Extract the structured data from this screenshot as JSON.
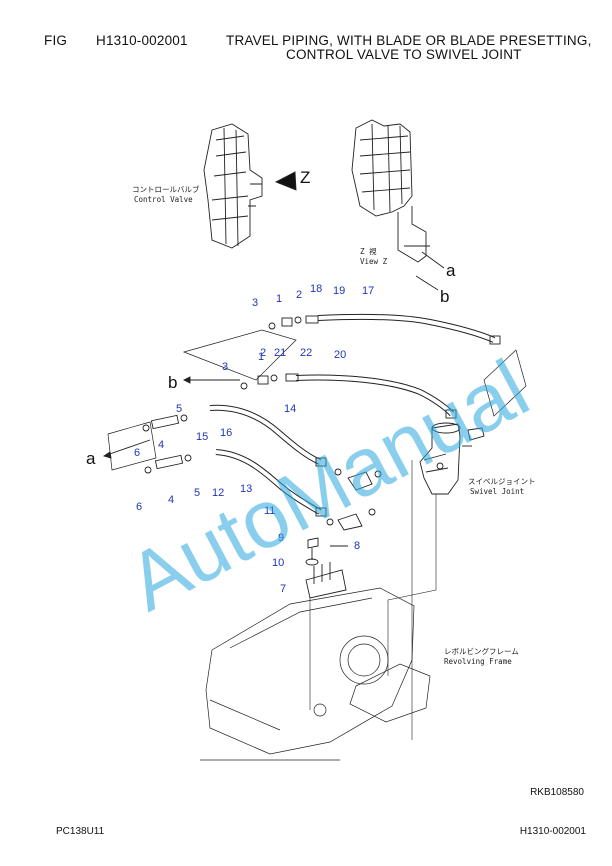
{
  "header": {
    "fig_label": "FIG",
    "fig_code": "H1310-002001",
    "title_line1": "TRAVEL PIPING, WITH BLADE OR BLADE PRESETTING,",
    "title_line2": "CONTROL VALVE TO SWIVEL JOINT"
  },
  "labels": {
    "control_valve_jp": "コントロールバルブ",
    "control_valve_en": "Control Valve",
    "view_jp": "Z 視",
    "view_en": "View Z",
    "z_arrow": "Z",
    "swivel_jp": "スイベルジョイント",
    "swivel_en": "Swivel Joint",
    "frame_jp": "レボルビングフレーム",
    "frame_en": "Revolving Frame",
    "ref_a": "a",
    "ref_b": "b"
  },
  "callouts": {
    "n1a": "1",
    "n1b": "1",
    "n2a": "2",
    "n2b": "2",
    "n3a": "3",
    "n3b": "3",
    "n4a": "4",
    "n4b": "4",
    "n5a": "5",
    "n5b": "5",
    "n6a": "6",
    "n6b": "6",
    "n7": "7",
    "n8": "8",
    "n9": "9",
    "n10": "10",
    "n11": "11",
    "n12": "12",
    "n13": "13",
    "n14": "14",
    "n15": "15",
    "n16": "16",
    "n17": "17",
    "n18": "18",
    "n19": "19",
    "n20": "20",
    "n21": "21",
    "n22": "22"
  },
  "watermark": "AutoManual",
  "footer": {
    "drawing_ref": "RKB108580",
    "model": "PC138U11",
    "page_code": "H1310-002001"
  },
  "colors": {
    "callout": "#1f35b8",
    "watermark": "#29a8e0",
    "line": "#222222"
  }
}
